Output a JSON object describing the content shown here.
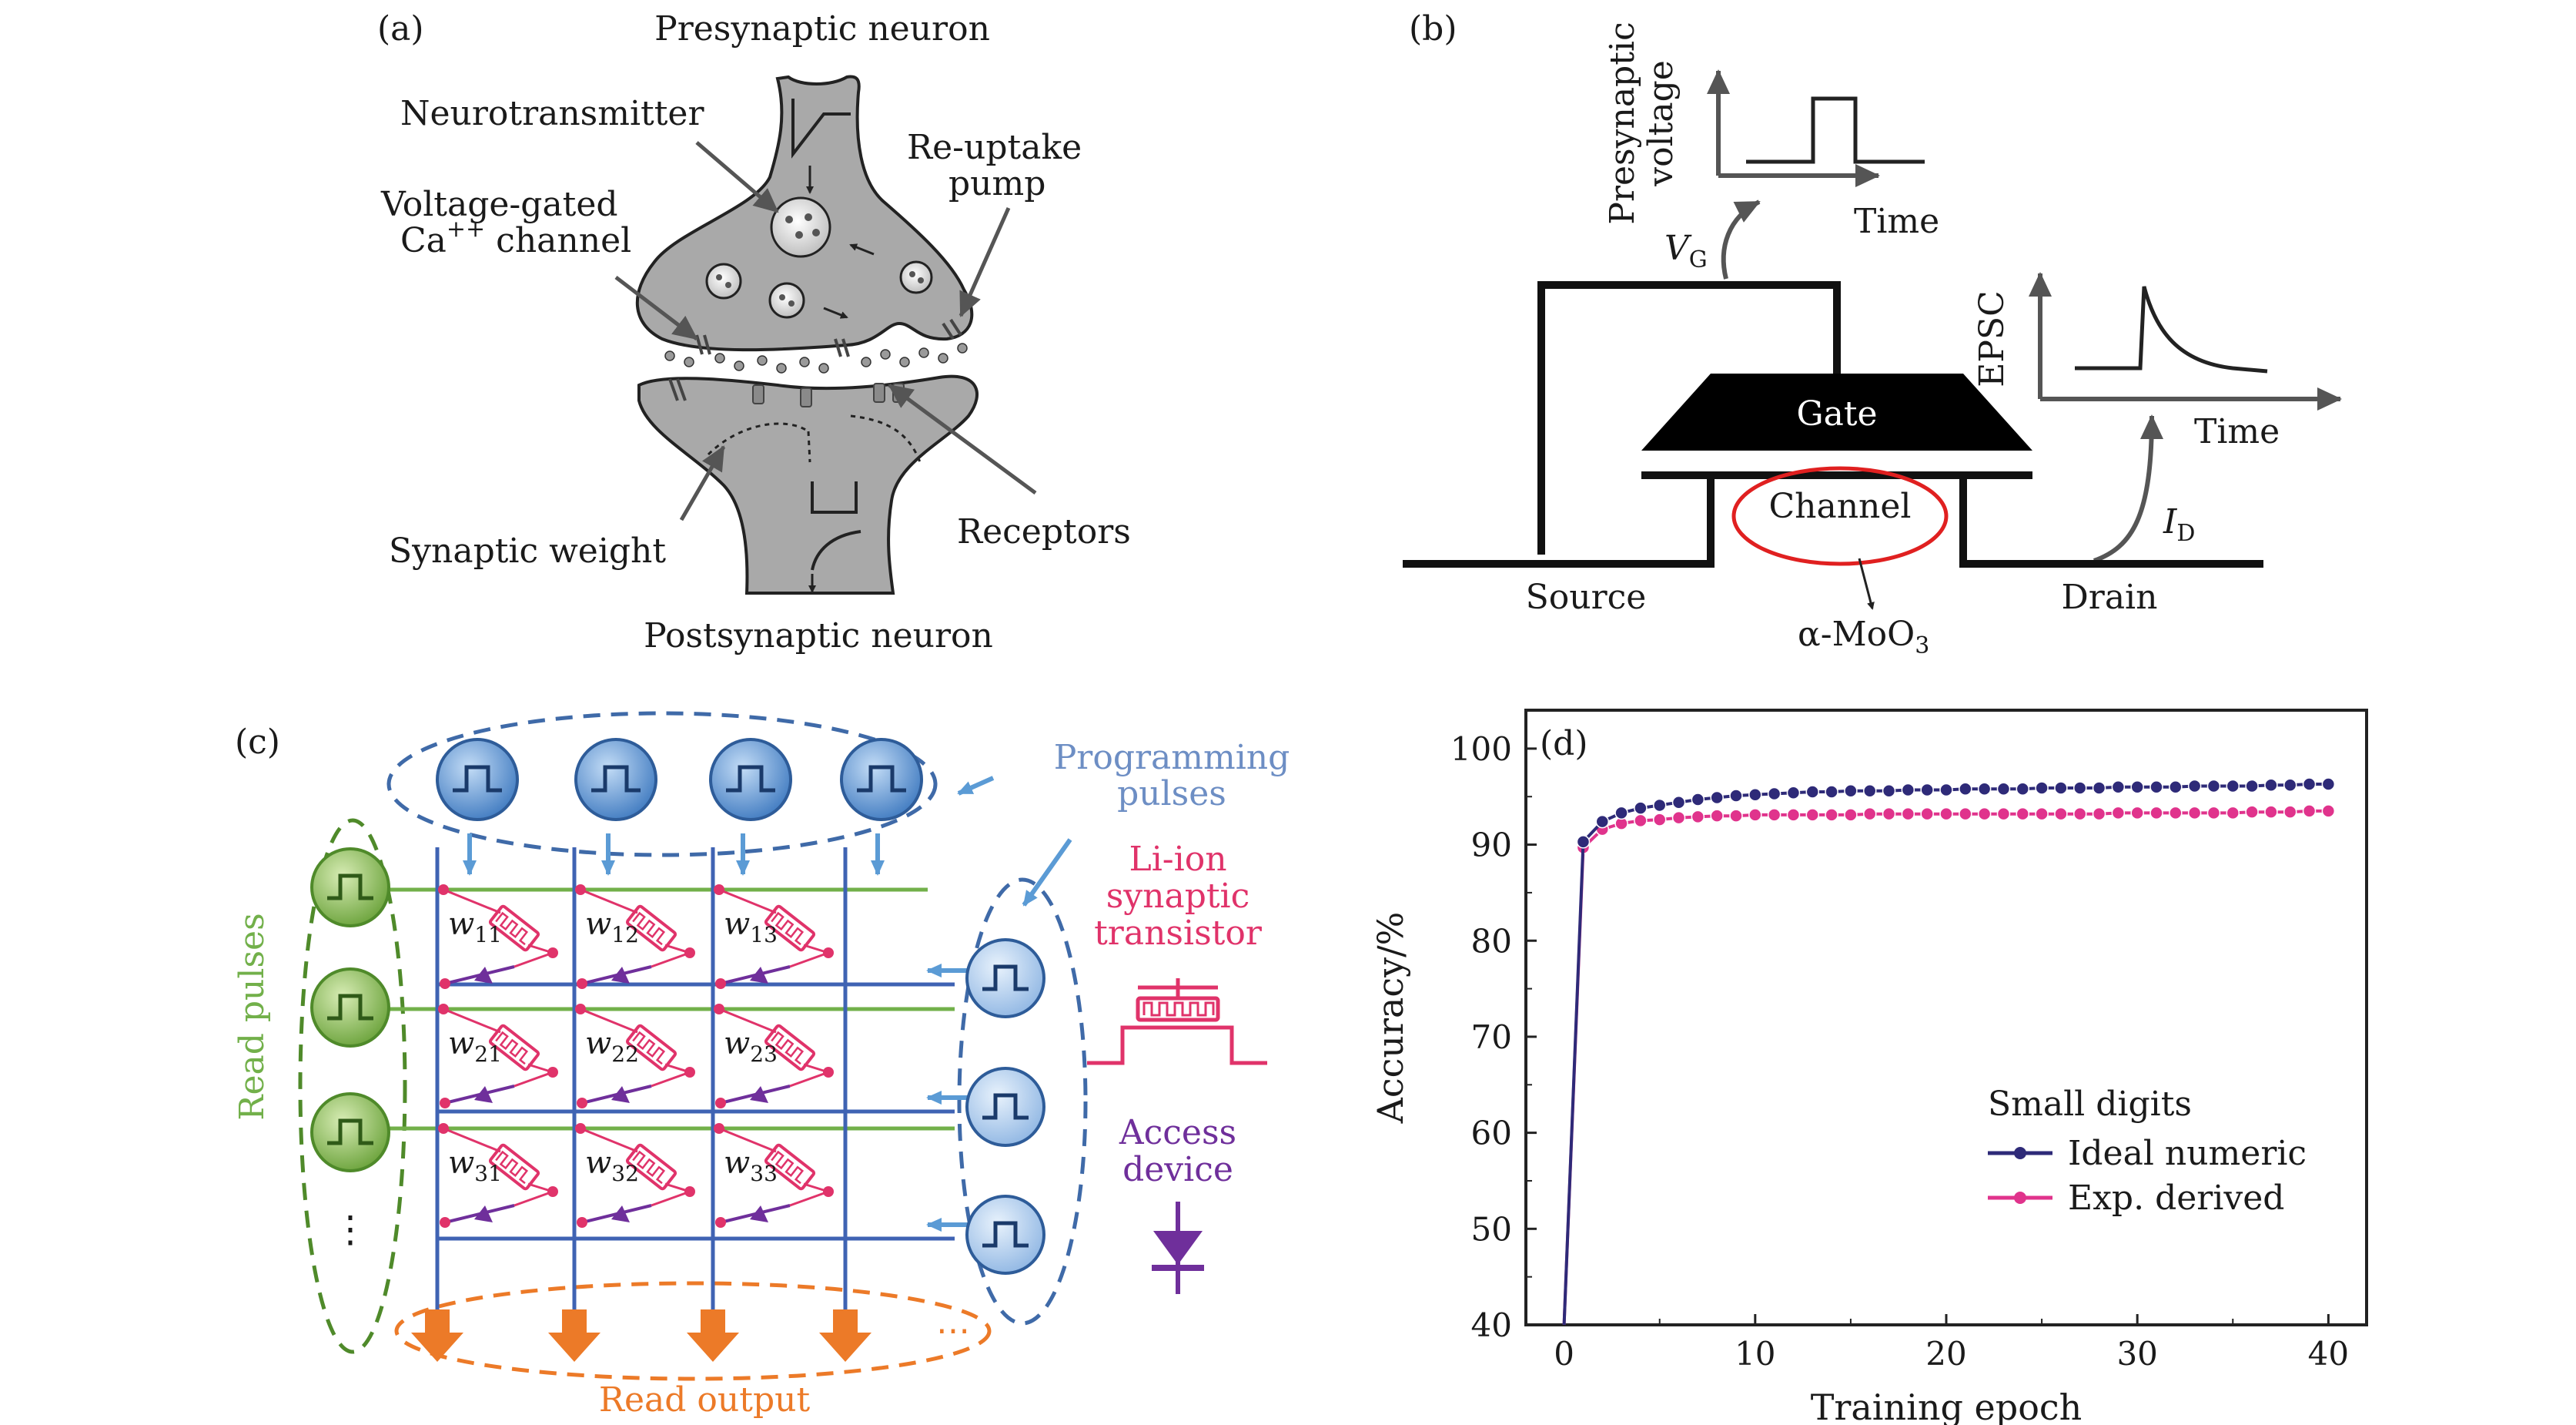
{
  "panel_a": {
    "tag": "(a)",
    "title_top": "Presynaptic neuron",
    "title_bottom": "Postsynaptic neuron",
    "labels": {
      "neurotransmitter": "Neurotransmitter",
      "reuptake_1": "Re-uptake",
      "reuptake_2": "pump",
      "vgc_1": "Voltage-gated",
      "vgc_2": "Ca",
      "vgc_sup": "++",
      "vgc_3": " channel",
      "synaptic_weight": "Synaptic weight",
      "receptors": "Receptors"
    }
  },
  "panel_b": {
    "tag": "(b)",
    "pre_axis_1": "Presynaptic",
    "pre_axis_2": "voltage",
    "time_1": "Time",
    "time_2": "Time",
    "vg_main": "V",
    "vg_sub": "G",
    "epsc": "EPSC",
    "gate": "Gate",
    "channel": "Channel",
    "id_main": "I",
    "id_sub": "D",
    "source": "Source",
    "drain": "Drain",
    "material_1": "α-MoO",
    "material_sub": "3"
  },
  "panel_c": {
    "tag": "(c)",
    "programming_1": "Programming",
    "programming_2": "pulses",
    "liion_1": "Li-ion",
    "liion_2": "synaptic",
    "liion_3": "transistor",
    "access_1": "Access",
    "access_2": "device",
    "read_pulses": "Read pulses",
    "read_output": "Read output",
    "dots_v": "⋮",
    "dots_h": "⋯",
    "weights": [
      "w",
      "w",
      "w",
      "w",
      "w",
      "w",
      "w",
      "w",
      "w"
    ],
    "weight_subs": [
      "11",
      "12",
      "13",
      "21",
      "22",
      "23",
      "31",
      "32",
      "33"
    ],
    "colors": {
      "green": "#72b04a",
      "blue": "#3f63b3",
      "orange": "#ec7a28",
      "red": "#e0336a",
      "purple": "#6f2f9b",
      "label_blue": "#6d8ec4"
    }
  },
  "panel_d": {
    "tag": "(d)",
    "legend_title": "Small digits",
    "ylabel": "Accuracy/%",
    "xlabel": "Training epoch",
    "xticks": [
      "0",
      "10",
      "20",
      "30",
      "40"
    ],
    "yticks": [
      "40",
      "50",
      "60",
      "70",
      "80",
      "90",
      "100"
    ]
  },
  "chart_data": {
    "type": "line",
    "xlabel": "Training epoch",
    "ylabel": "Accuracy/%",
    "xlim": [
      -2,
      42
    ],
    "ylim": [
      40,
      104
    ],
    "legend_position": "lower-right",
    "legend_title": "Small digits",
    "x": [
      0,
      1,
      2,
      3,
      4,
      5,
      6,
      7,
      8,
      9,
      10,
      11,
      12,
      13,
      14,
      15,
      16,
      17,
      18,
      19,
      20,
      21,
      22,
      23,
      24,
      25,
      26,
      27,
      28,
      29,
      30,
      31,
      32,
      33,
      34,
      35,
      36,
      37,
      38,
      39,
      40
    ],
    "series": [
      {
        "name": "Ideal numeric",
        "color": "#2e2a78",
        "values": [
          40,
          90.3,
          92.4,
          93.3,
          93.8,
          94.1,
          94.4,
          94.7,
          94.9,
          95.1,
          95.2,
          95.3,
          95.4,
          95.5,
          95.5,
          95.6,
          95.6,
          95.6,
          95.7,
          95.7,
          95.7,
          95.8,
          95.8,
          95.8,
          95.8,
          95.9,
          95.9,
          95.9,
          95.9,
          96.0,
          96.0,
          96.0,
          96.0,
          96.1,
          96.1,
          96.1,
          96.1,
          96.2,
          96.2,
          96.3,
          96.3
        ]
      },
      {
        "name": "Exp. derived",
        "color": "#e0338c",
        "values": [
          40,
          89.7,
          91.6,
          92.2,
          92.5,
          92.6,
          92.8,
          92.9,
          93.0,
          93.0,
          93.1,
          93.1,
          93.1,
          93.1,
          93.1,
          93.1,
          93.2,
          93.2,
          93.2,
          93.2,
          93.2,
          93.2,
          93.2,
          93.2,
          93.2,
          93.2,
          93.2,
          93.2,
          93.2,
          93.3,
          93.3,
          93.3,
          93.3,
          93.3,
          93.3,
          93.3,
          93.4,
          93.4,
          93.4,
          93.5,
          93.5
        ]
      }
    ]
  }
}
